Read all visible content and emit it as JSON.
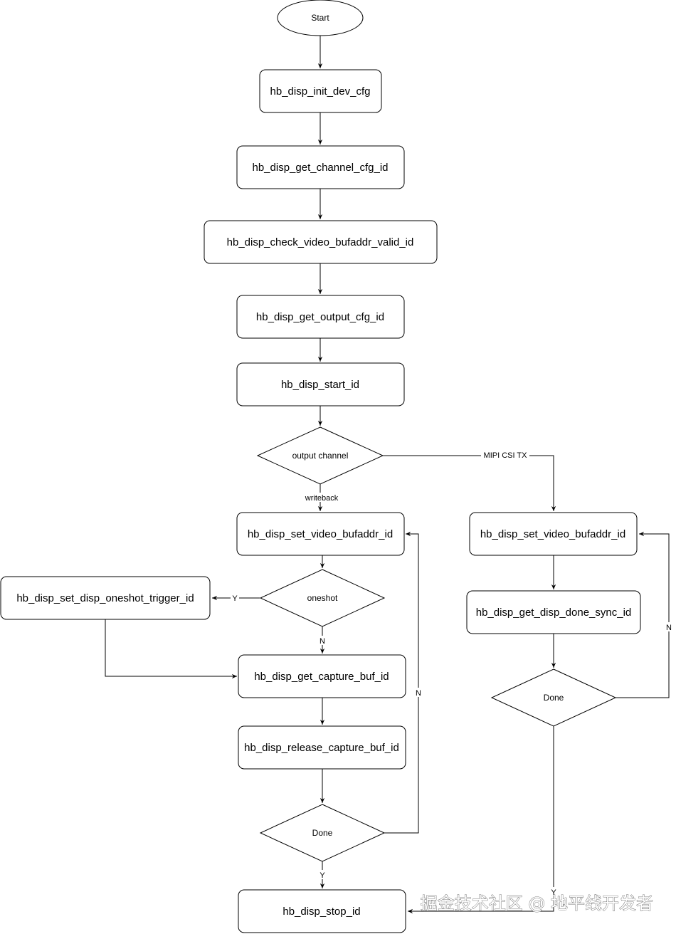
{
  "nodes": {
    "start": "Start",
    "init_dev_cfg": "hb_disp_init_dev_cfg",
    "get_channel_cfg": "hb_disp_get_channel_cfg_id",
    "check_video_bufaddr": "hb_disp_check_video_bufaddr_valid_id",
    "get_output_cfg": "hb_disp_get_output_cfg_id",
    "start_id": "hb_disp_start_id",
    "output_channel": "output channel",
    "set_video_bufaddr_left": "hb_disp_set_video_bufaddr_id",
    "set_video_bufaddr_right": "hb_disp_set_video_bufaddr_id",
    "oneshot": "oneshot",
    "oneshot_trigger": "hb_disp_set_disp_oneshot_trigger_id",
    "get_capture_buf": "hb_disp_get_capture_buf_id",
    "release_capture_buf": "hb_disp_release_capture_buf_id",
    "done_left": "Done",
    "done_right": "Done",
    "get_disp_done_sync": "hb_disp_get_disp_done_sync_id",
    "stop_id": "hb_disp_stop_id"
  },
  "edge_labels": {
    "writeback": "writeback",
    "mipi_csi_tx": "MIPI CSI TX",
    "oneshot_yes": "Y",
    "oneshot_no": "N",
    "done_left_no": "N",
    "done_left_yes": "Y",
    "done_right_no": "N",
    "done_right_yes": "Y"
  },
  "watermark": "掘金技术社区 @ 地平线开发者"
}
